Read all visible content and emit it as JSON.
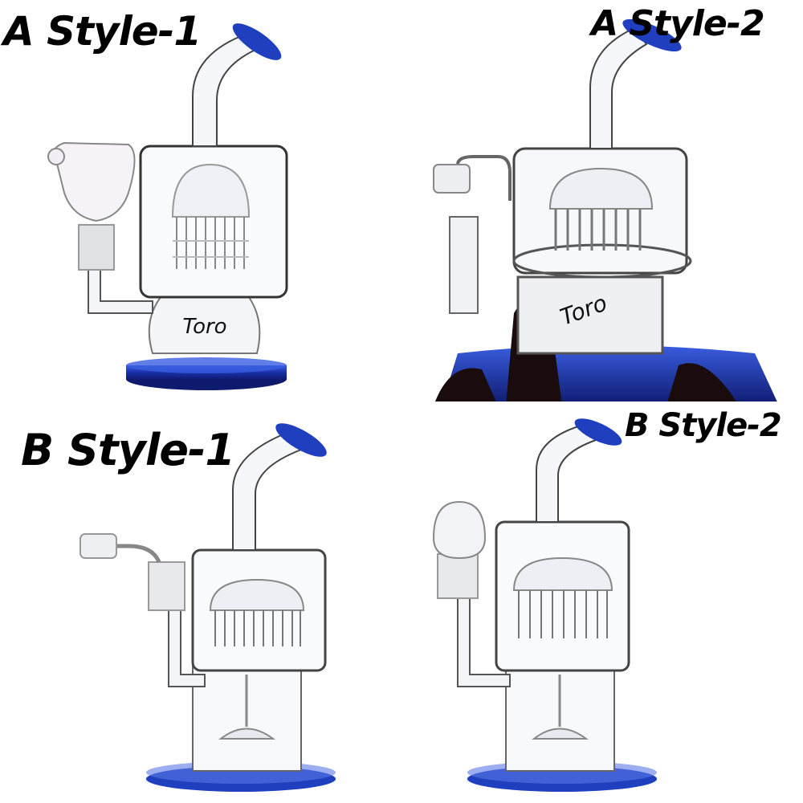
{
  "collage": {
    "layout": "2x2 grid",
    "background": "#ffffff",
    "accent_color": "#1f3fbf",
    "panels": [
      {
        "label": "A Style-1",
        "subject": "glass water pipe with blue base, bowl attachment, tree percolator",
        "logo_text": "Toro"
      },
      {
        "label": "A Style-2",
        "subject": "glass water pipe with quartz banger, held in hand, tree percolator",
        "logo_text": "Toro"
      },
      {
        "label": "B Style-1",
        "subject": "glass water pipe with quartz banger, tree percolator, blue base"
      },
      {
        "label": "B Style-2",
        "subject": "glass water pipe with dome bowl, tree percolator, blue base"
      }
    ]
  }
}
